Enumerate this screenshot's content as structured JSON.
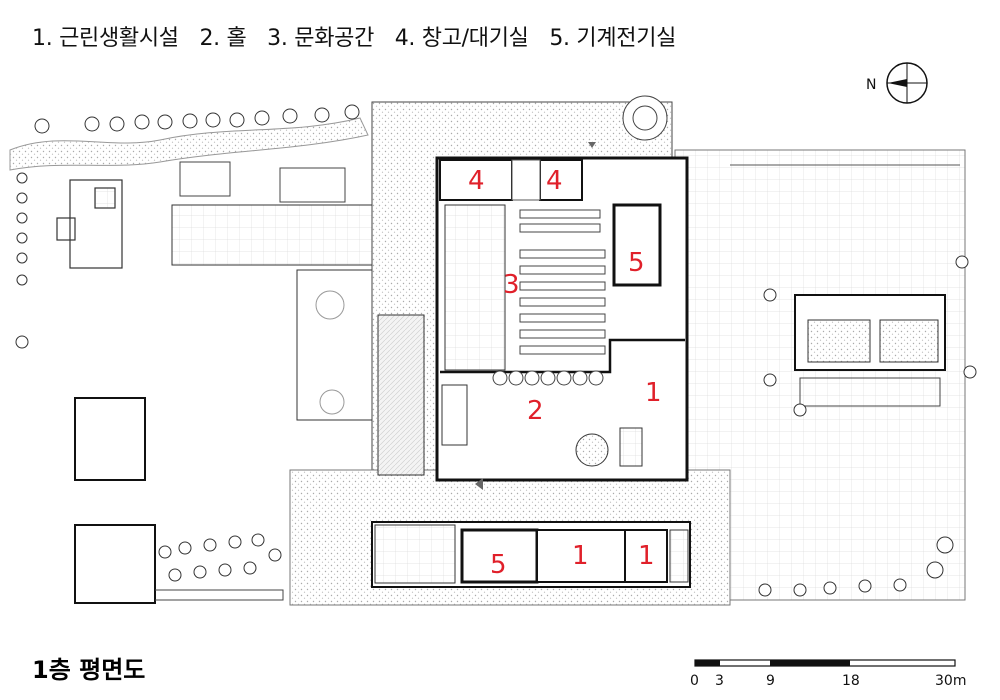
{
  "legend": [
    {
      "num": "1",
      "text": "1. 근린생활시설"
    },
    {
      "num": "2",
      "text": "2. 홀"
    },
    {
      "num": "3",
      "text": "3. 문화공간"
    },
    {
      "num": "4",
      "text": "4. 창고/대기실"
    },
    {
      "num": "5",
      "text": "5. 기계전기실"
    }
  ],
  "title": "1층 평면도",
  "compass": {
    "label": "N"
  },
  "scale": {
    "ticks": [
      "0",
      "3",
      "9",
      "18",
      "30m"
    ]
  },
  "room_labels": [
    "4",
    "4",
    "3",
    "5",
    "2",
    "1",
    "5",
    "1",
    "1"
  ],
  "colors": {
    "label": "#e0202a",
    "wall": "#111111",
    "hatch": "#cfcfcf"
  }
}
